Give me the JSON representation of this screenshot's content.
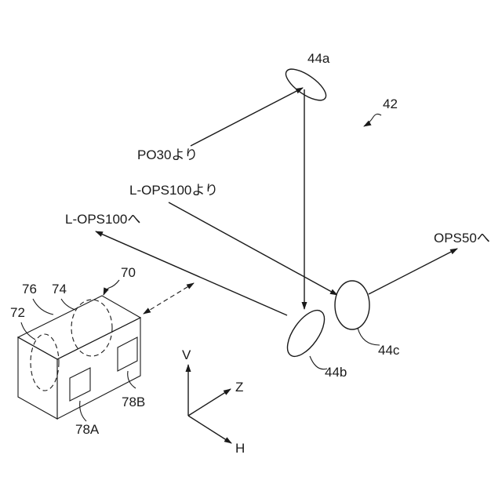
{
  "labels": {
    "ref_42": "42",
    "mirror_44a": "44a",
    "mirror_44b": "44b",
    "mirror_44c": "44c",
    "from_po30": "PO30より",
    "from_lops100": "L-OPS100より",
    "to_lops100": "L-OPS100へ",
    "to_ops50": "OPS50へ",
    "ref_70": "70",
    "ref_72": "72",
    "ref_74": "74",
    "ref_76": "76",
    "ref_78a": "78A",
    "ref_78b": "78B",
    "axis_v": "V",
    "axis_z": "Z",
    "axis_h": "H"
  }
}
